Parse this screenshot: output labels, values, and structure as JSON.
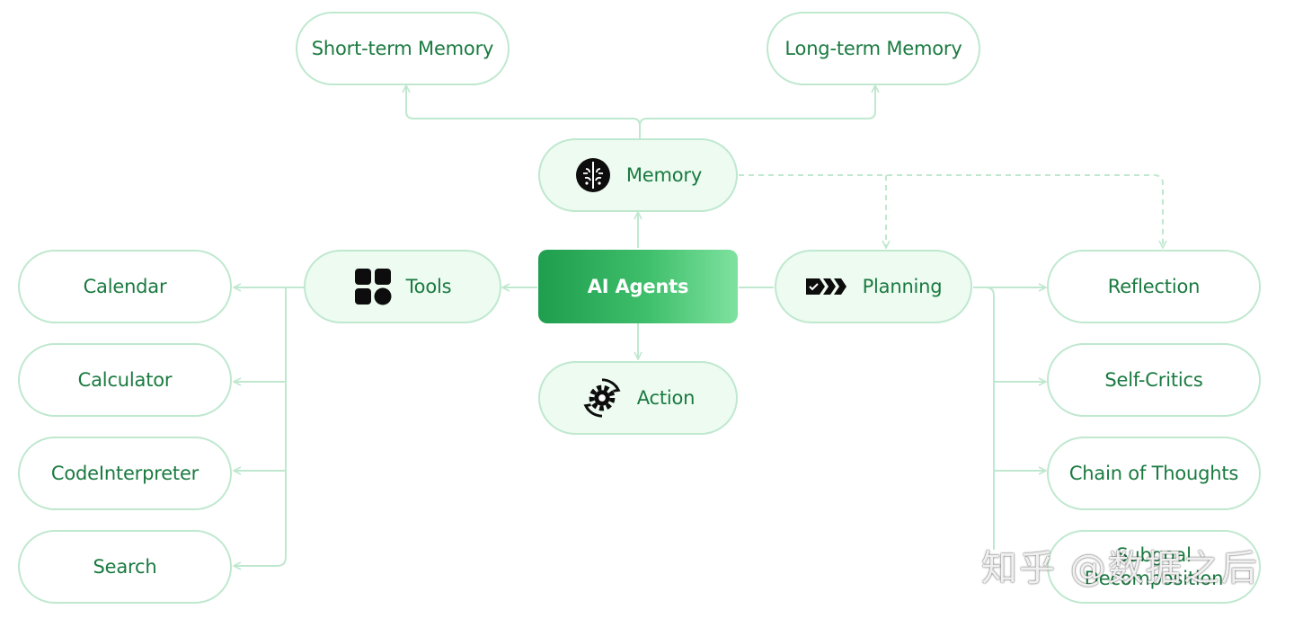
{
  "diagram": {
    "center": {
      "label": "AI Agents"
    },
    "memory": {
      "label": "Memory",
      "icon": "brain-icon",
      "children": [
        "Short-term Memory",
        "Long-term Memory"
      ]
    },
    "tools": {
      "label": "Tools",
      "icon": "grid-shapes-icon",
      "children": [
        "Calendar",
        "Calculator",
        "CodeInterpreter",
        "Search"
      ]
    },
    "planning": {
      "label": "Planning",
      "icon": "chevrons-check-icon",
      "children": [
        "Reflection",
        "Self-Critics",
        "Chain of Thoughts",
        "Subgoal",
        "Decomposition"
      ]
    },
    "action": {
      "label": "Action",
      "icon": "gear-cycle-icon"
    }
  },
  "watermark": "知乎 @数据之后",
  "colors": {
    "node_border": "#bfe8cf",
    "node_tint": "#edfbf1",
    "text": "#1a7a40",
    "connector": "#bfe8cf",
    "core_gradient_start": "#1e9e4e",
    "core_gradient_end": "#7ee29f"
  }
}
